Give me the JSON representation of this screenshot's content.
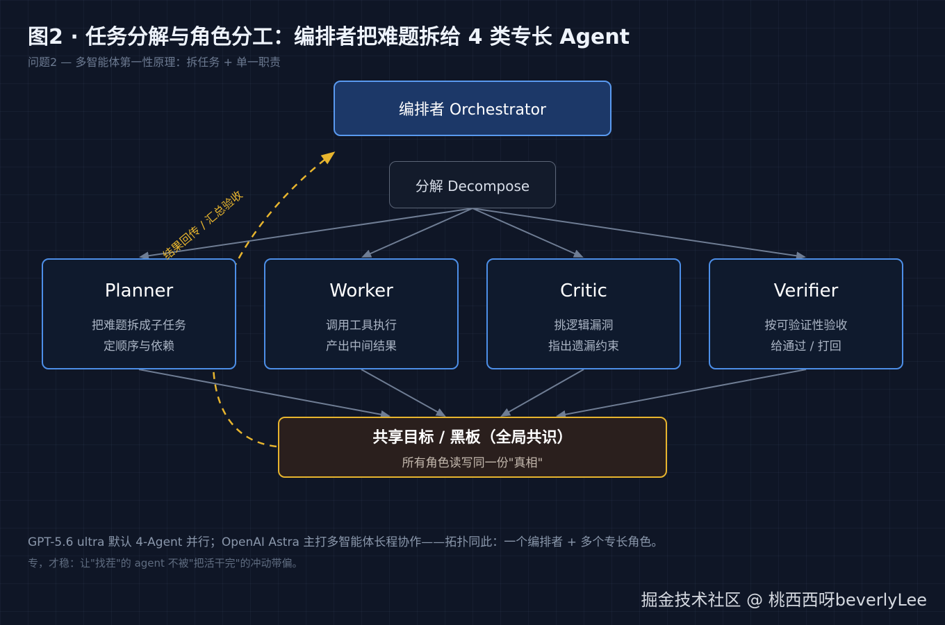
{
  "header": {
    "title": "图2 · 任务分解与角色分工：编排者把难题拆给 4 类专长 Agent",
    "subtitle": "问题2 — 多智能体第一性原理：拆任务 + 单一职责"
  },
  "orchestrator": {
    "label": "编排者 Orchestrator"
  },
  "decompose": {
    "label": "分解 Decompose"
  },
  "roles": [
    {
      "name": "Planner",
      "line1": "把难题拆成子任务",
      "line2": "定顺序与依赖"
    },
    {
      "name": "Worker",
      "line1": "调用工具执行",
      "line2": "产出中间结果"
    },
    {
      "name": "Critic",
      "line1": "挑逻辑漏洞",
      "line2": "指出遗漏约束"
    },
    {
      "name": "Verifier",
      "line1": "按可验证性验收",
      "line2": "给通过 / 打回"
    }
  ],
  "board": {
    "title": "共享目标 / 黑板（全局共识）",
    "subtitle": "所有角色读写同一份\"真相\""
  },
  "feedback": {
    "label": "结果回传 / 汇总验收"
  },
  "notes": {
    "line1": "GPT-5.6 ultra 默认 4-Agent 并行；OpenAI Astra 主打多智能体长程协作——拓扑同此：一个编排者 + 多个专长角色。",
    "line2": "专，才稳：让\"找茬\"的 agent 不被\"把活干完\"的冲动带偏。"
  },
  "watermark": {
    "text": "掘金技术社区 @ 桃西西呀beverlyLee"
  },
  "colors": {
    "background": "#0f1626",
    "accent_blue": "#4d8fe8",
    "accent_gold": "#e8b52e",
    "arrow_gray": "#6f7d94"
  }
}
